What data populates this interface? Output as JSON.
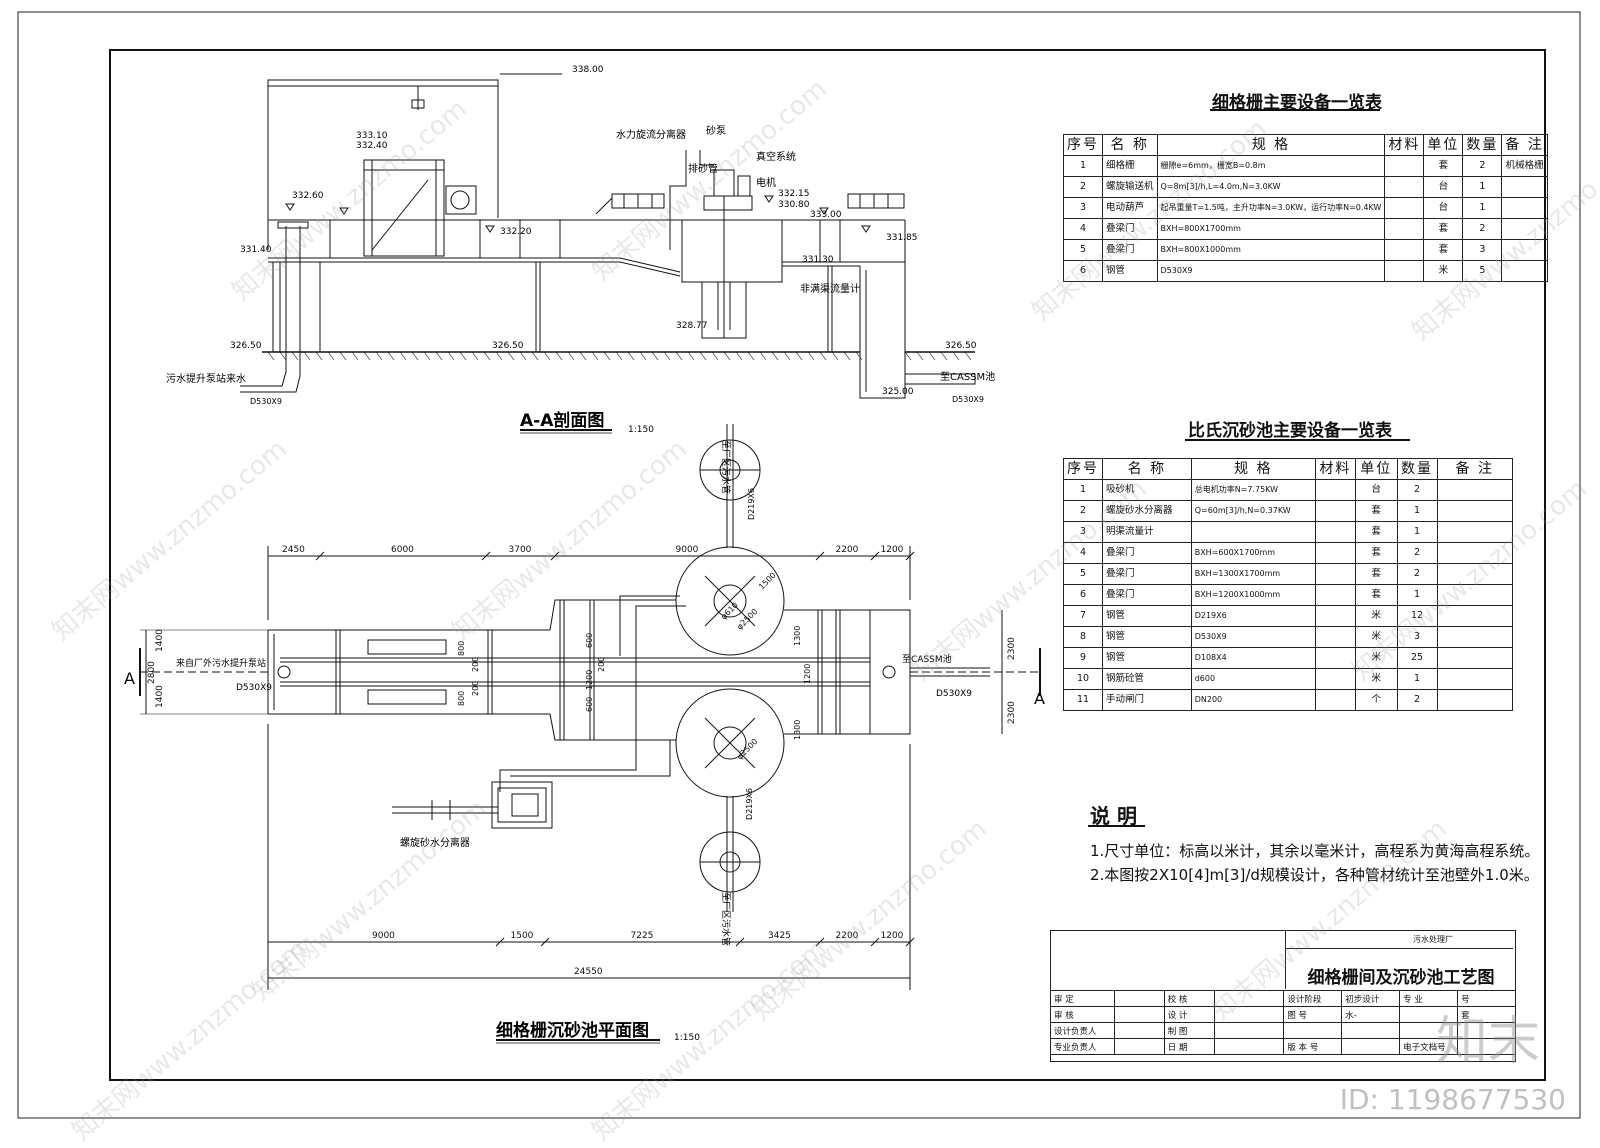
{
  "section": {
    "title": "A-A剖面图",
    "scale": "1:150",
    "elevations": [
      "338.00",
      "333.10",
      "332.40",
      "332.60",
      "331.40",
      "332.20",
      "332.15",
      "330.80",
      "333.00",
      "331.30",
      "331.85",
      "328.77",
      "326.50",
      "326.50",
      "326.50",
      "325.00"
    ],
    "labels": {
      "cyclone": "水力旋流分离器",
      "sand_pump": "砂泵",
      "sand_pipe": "排砂管",
      "vacuum": "真空系统",
      "motor": "电机",
      "flowmeter": "非满渠流量计",
      "inlet": "污水提升泵站来水",
      "inlet_pipe": "D530X9",
      "outlet": "至CASSM池",
      "outlet_pipe": "D530X9"
    }
  },
  "plan": {
    "title": "细格栅沉砂池平面图",
    "scale": "1:150",
    "top_dims": [
      "2450",
      "6000",
      "3700",
      "9000",
      "2200",
      "1200"
    ],
    "bottom_dims": [
      "9000",
      "1500",
      "7225",
      "3425",
      "2200",
      "1200"
    ],
    "total_dim": "24550",
    "left_dims": [
      "1400",
      "2800",
      "1400"
    ],
    "right_dims": [
      "2300",
      "2300"
    ],
    "inner_dims": [
      "800",
      "800",
      "200",
      "200",
      "600",
      "200",
      "1200",
      "600",
      "1300",
      "1200",
      "1300",
      "1500",
      "φ610",
      "φ2500",
      "φ2500"
    ],
    "section_mark": "A",
    "labels": {
      "inlet": "来自厂外污水提升泵站",
      "inlet_pipe": "D530X9",
      "outlet": "至CASSM池",
      "outlet_pipe": "D530X9",
      "sewer_top": "至厂区污水管",
      "sewer_bottom": "至厂区污水管",
      "pipe_top": "D219X6",
      "pipe_bottom": "D219X6",
      "separator": "螺旋砂水分离器"
    }
  },
  "table1": {
    "title": "细格栅主要设备一览表",
    "headers": [
      "序号",
      "名 称",
      "规 格",
      "材料",
      "单位",
      "数量",
      "备 注"
    ],
    "rows": [
      [
        "1",
        "细格栅",
        "栅隙e=6mm，栅宽B=0.8m",
        "",
        "套",
        "2",
        "机械格栅"
      ],
      [
        "2",
        "螺旋输送机",
        "Q=8m[3]/h,L=4.0m,N=3.0KW",
        "",
        "台",
        "1",
        ""
      ],
      [
        "3",
        "电动葫芦",
        "起吊重量T=1.5吨，主升功率N=3.0KW，运行功率N=0.4KW",
        "",
        "台",
        "1",
        ""
      ],
      [
        "4",
        "叠梁门",
        "BXH=800X1700mm",
        "",
        "套",
        "2",
        ""
      ],
      [
        "5",
        "叠梁门",
        "BXH=800X1000mm",
        "",
        "套",
        "3",
        ""
      ],
      [
        "6",
        "钢管",
        "D530X9",
        "",
        "米",
        "5",
        ""
      ]
    ]
  },
  "table2": {
    "title": "比氏沉砂池主要设备一览表",
    "headers": [
      "序号",
      "名 称",
      "规 格",
      "材料",
      "单位",
      "数量",
      "备 注"
    ],
    "rows": [
      [
        "1",
        "吸砂机",
        "总电机功率N=7.75KW",
        "",
        "台",
        "2",
        ""
      ],
      [
        "2",
        "螺旋砂水分离器",
        "Q=60m[3]/h,N=0.37KW",
        "",
        "套",
        "1",
        ""
      ],
      [
        "3",
        "明渠流量计",
        "",
        "",
        "套",
        "1",
        ""
      ],
      [
        "4",
        "叠梁门",
        "BXH=600X1700mm",
        "",
        "套",
        "2",
        ""
      ],
      [
        "5",
        "叠梁门",
        "BXH=1300X1700mm",
        "",
        "套",
        "2",
        ""
      ],
      [
        "6",
        "叠梁门",
        "BXH=1200X1000mm",
        "",
        "套",
        "1",
        ""
      ],
      [
        "7",
        "钢管",
        "D219X6",
        "",
        "米",
        "12",
        ""
      ],
      [
        "8",
        "钢管",
        "D530X9",
        "",
        "米",
        "3",
        ""
      ],
      [
        "9",
        "钢管",
        "D108X4",
        "",
        "米",
        "25",
        ""
      ],
      [
        "10",
        "钢筋砼管",
        "d600",
        "",
        "米",
        "1",
        ""
      ],
      [
        "11",
        "手动闸门",
        "DN200",
        "",
        "个",
        "2",
        ""
      ]
    ]
  },
  "notes": {
    "heading": "说 明",
    "lines": [
      "1.尺寸单位：标高以米计，其余以毫米计，高程系为黄海高程系统。",
      "2.本图按2X10[4]m[3]/d规模设计，各种管材统计至池壁外1.0米。"
    ]
  },
  "titleblock": {
    "project": "污水处理厂",
    "drawing_title": "细格栅间及沉砂池工艺图",
    "cells": [
      [
        "审 定",
        "",
        "校 核",
        "",
        "设计阶段",
        "初步设计",
        "专 业",
        "号"
      ],
      [
        "审 核",
        "",
        "设 计",
        "",
        "图 号",
        "水-",
        "",
        "套"
      ],
      [
        "设计负责人",
        "",
        "制 图",
        "",
        "",
        "",
        "",
        ""
      ],
      [
        "专业负责人",
        "",
        "日 期",
        "",
        "版 本 号",
        "",
        "电子文档号",
        ""
      ]
    ]
  },
  "watermark": "知末网www.znzmo.com",
  "logo_text": "知末",
  "image_id": "ID: 1198677530",
  "colors": {
    "line": "#111111",
    "watermark": "#969696"
  }
}
